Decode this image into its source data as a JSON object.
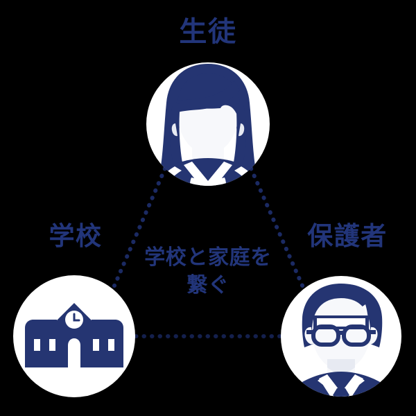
{
  "diagram": {
    "title_nodes": {
      "student": "生徒",
      "school": "学校",
      "guardian": "保護者"
    },
    "center_caption": {
      "line1": "学校と家庭を",
      "line2": "繋ぐ",
      "full": "学校と家庭を繋ぐ"
    },
    "icons": {
      "student": "female-student-avatar-icon",
      "school": "school-building-icon",
      "guardian": "parent-man-with-glasses-avatar-icon",
      "clock": "clock-icon"
    },
    "colors": {
      "background": "#000000",
      "navy": "#253572",
      "label_navy": "#22357a",
      "circle_fill": "#ffffff",
      "dotted_line": "#1b2a63"
    },
    "connections": [
      {
        "from": "student",
        "to": "school",
        "style": "dotted"
      },
      {
        "from": "student",
        "to": "guardian",
        "style": "dotted"
      },
      {
        "from": "school",
        "to": "guardian",
        "style": "dotted"
      }
    ]
  }
}
